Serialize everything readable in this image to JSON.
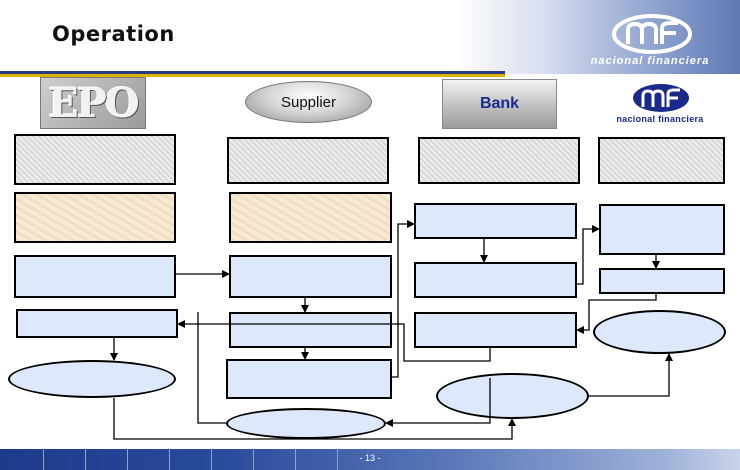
{
  "header": {
    "title": "Operation",
    "logo_text": "nacional financiera"
  },
  "columns": {
    "epo": "EPO",
    "supplier": "Supplier",
    "bank": "Bank",
    "nafin": "nacional financiera"
  },
  "footer": {
    "page": "- 13 -"
  }
}
